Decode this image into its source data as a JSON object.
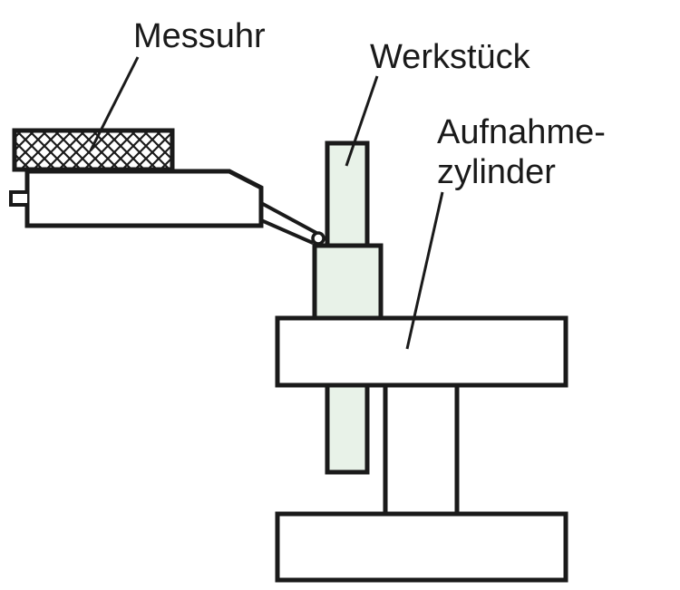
{
  "labels": {
    "gauge": "Messuhr",
    "workpiece": "Werkstück",
    "cylinder_line1": "Aufnahme-",
    "cylinder_line2": "zylinder"
  },
  "colors": {
    "outline": "#1a1a1a",
    "workpiece_fill": "#e8f2e8",
    "background": "#ffffff"
  },
  "components": [
    "gauge-knurled-bezel",
    "gauge-body",
    "gauge-probe",
    "workpiece",
    "holding-cylinder",
    "base-plate"
  ]
}
